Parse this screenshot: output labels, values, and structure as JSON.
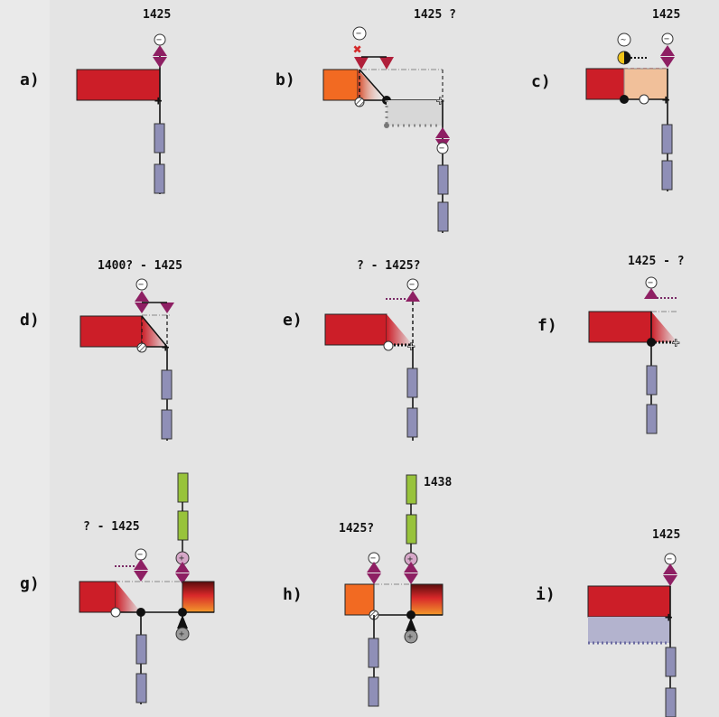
{
  "panels": [
    {
      "id": "a",
      "label": "a)",
      "caption": "1425"
    },
    {
      "id": "b",
      "label": "b)",
      "caption": "1425 ?"
    },
    {
      "id": "c",
      "label": "c)",
      "caption": "1425"
    },
    {
      "id": "d",
      "label": "d)",
      "caption": "1400? - 1425"
    },
    {
      "id": "e",
      "label": "e)",
      "caption": "? - 1425?"
    },
    {
      "id": "f",
      "label": "f)",
      "caption": "1425 - ?"
    },
    {
      "id": "g",
      "label": "g)",
      "caption": "? - 1425"
    },
    {
      "id": "h",
      "label": "h)",
      "caption": "1425?",
      "caption2": "1438"
    },
    {
      "id": "i",
      "label": "i)",
      "caption": "1425"
    }
  ],
  "symbols": {
    "minus": "−",
    "plus": "+",
    "tilde": "~"
  },
  "colors": {
    "background": "#eaeaea",
    "panel": "#e4e4e4",
    "red_block": "#cc1e28",
    "orange_block": "#f26a22",
    "peach_block": "#f1c09a",
    "grey_area": "#d7d7d7",
    "lavender_area": "#b3b3ce",
    "person_box": "#8f8fb7",
    "green_box": "#98c33b",
    "triangle": "#8e1f63",
    "cross": "#d42a2a",
    "yellow": "#f0c419",
    "dotted_purple": "#7a2a66"
  }
}
